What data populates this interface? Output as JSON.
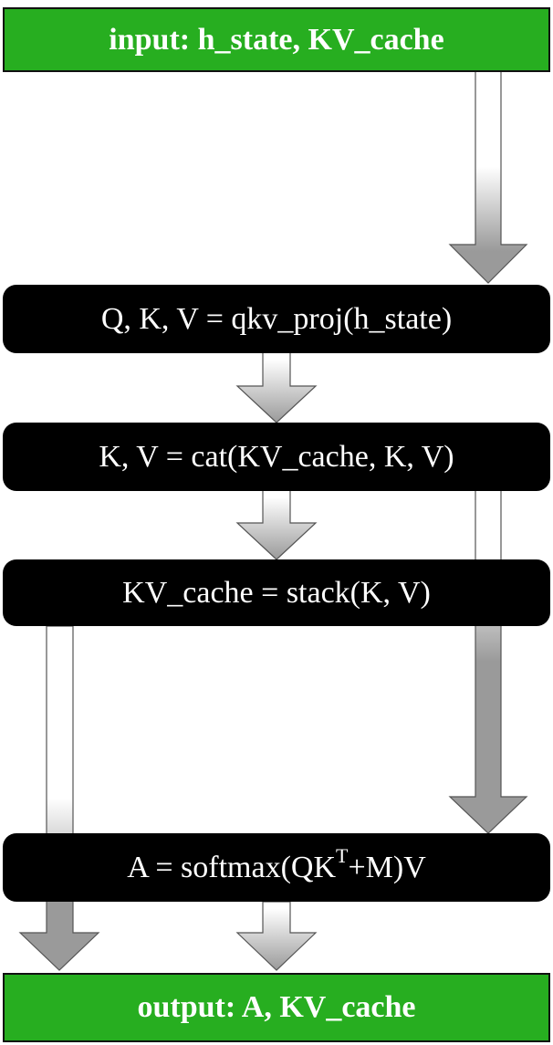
{
  "diagram": {
    "input": {
      "label": "input: h_state, KV_cache"
    },
    "steps": [
      {
        "label": "Q, K, V = qkv_proj(h_state)"
      },
      {
        "label": "K, V = cat(KV_cache, K, V)"
      },
      {
        "label": "KV_cache = stack(K, V)"
      },
      {
        "pre": "A = softmax(QK",
        "sup": "T",
        "post": "+M)V"
      }
    ],
    "output": {
      "label": "output: A, KV_cache"
    }
  },
  "colors": {
    "io_fill": "#27ae20",
    "step_fill": "#000000",
    "text": "#ffffff",
    "arrow_gray": "#9a9a9a"
  }
}
